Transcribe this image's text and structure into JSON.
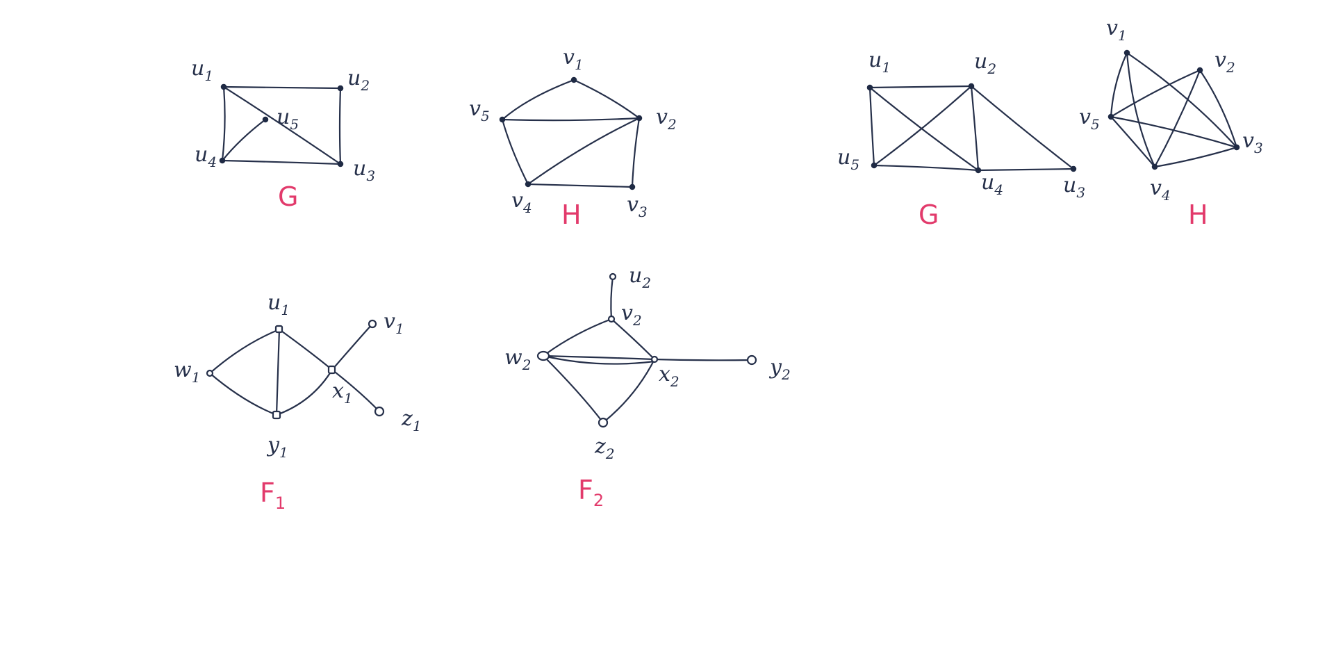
{
  "graphs": {
    "g1": {
      "name": "G",
      "vertices": [
        {
          "letter": "u",
          "sub": "1"
        },
        {
          "letter": "u",
          "sub": "2"
        },
        {
          "letter": "u",
          "sub": "3"
        },
        {
          "letter": "u",
          "sub": "4"
        },
        {
          "letter": "u",
          "sub": "5"
        }
      ]
    },
    "h1": {
      "name": "H",
      "vertices": [
        {
          "letter": "v",
          "sub": "1"
        },
        {
          "letter": "v",
          "sub": "2"
        },
        {
          "letter": "v",
          "sub": "3"
        },
        {
          "letter": "v",
          "sub": "4"
        },
        {
          "letter": "v",
          "sub": "5"
        }
      ]
    },
    "g2": {
      "name": "G",
      "vertices": [
        {
          "letter": "u",
          "sub": "1"
        },
        {
          "letter": "u",
          "sub": "2"
        },
        {
          "letter": "u",
          "sub": "3"
        },
        {
          "letter": "u",
          "sub": "4"
        },
        {
          "letter": "u",
          "sub": "5"
        }
      ]
    },
    "h2": {
      "name": "H",
      "vertices": [
        {
          "letter": "v",
          "sub": "1"
        },
        {
          "letter": "v",
          "sub": "2"
        },
        {
          "letter": "v",
          "sub": "3"
        },
        {
          "letter": "v",
          "sub": "4"
        },
        {
          "letter": "v",
          "sub": "5"
        }
      ]
    },
    "f1": {
      "name": "F",
      "name_sub": "1",
      "vertices": [
        {
          "letter": "u",
          "sub": "1"
        },
        {
          "letter": "v",
          "sub": "1"
        },
        {
          "letter": "w",
          "sub": "1"
        },
        {
          "letter": "x",
          "sub": "1"
        },
        {
          "letter": "y",
          "sub": "1"
        },
        {
          "letter": "z",
          "sub": "1"
        }
      ]
    },
    "f2": {
      "name": "F",
      "name_sub": "2",
      "vertices": [
        {
          "letter": "u",
          "sub": "2"
        },
        {
          "letter": "v",
          "sub": "2"
        },
        {
          "letter": "w",
          "sub": "2"
        },
        {
          "letter": "x",
          "sub": "2"
        },
        {
          "letter": "y",
          "sub": "2"
        },
        {
          "letter": "z",
          "sub": "2"
        }
      ]
    }
  },
  "colors": {
    "ink": "#26304a",
    "graph_name": "#e23a6b",
    "background": "#ffffff"
  }
}
